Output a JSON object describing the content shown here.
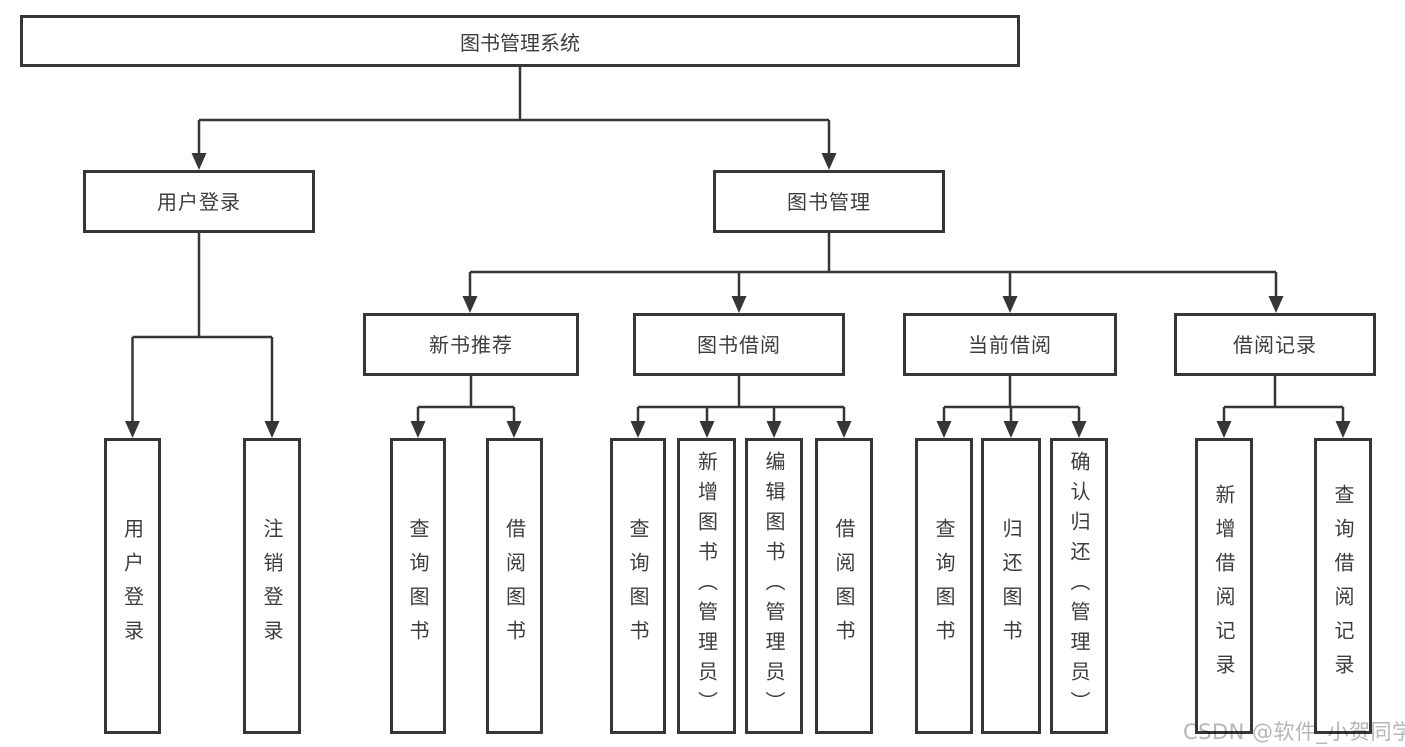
{
  "diagram": {
    "root": {
      "label": "图书管理系统"
    },
    "level2": [
      {
        "label": "用户登录"
      },
      {
        "label": "图书管理"
      }
    ],
    "level3": [
      {
        "label": "新书推荐",
        "parent": "图书管理"
      },
      {
        "label": "图书借阅",
        "parent": "图书管理"
      },
      {
        "label": "当前借阅",
        "parent": "图书管理"
      },
      {
        "label": "借阅记录",
        "parent": "图书管理"
      }
    ],
    "leaves": [
      {
        "label": "用户登录",
        "parent": "用户登录"
      },
      {
        "label": "注销登录",
        "parent": "用户登录"
      },
      {
        "label": "查询图书",
        "parent": "新书推荐"
      },
      {
        "label": "借阅图书",
        "parent": "新书推荐"
      },
      {
        "label": "查询图书",
        "parent": "图书借阅"
      },
      {
        "label": "新增图书（管理员）",
        "parent": "图书借阅"
      },
      {
        "label": "编辑图书（管理员）",
        "parent": "图书借阅"
      },
      {
        "label": "借阅图书",
        "parent": "图书借阅"
      },
      {
        "label": "查询图书",
        "parent": "当前借阅"
      },
      {
        "label": "归还图书",
        "parent": "当前借阅"
      },
      {
        "label": "确认归还（管理员）",
        "parent": "当前借阅"
      },
      {
        "label": "新增借阅记录",
        "parent": "借阅记录"
      },
      {
        "label": "查询借阅记录",
        "parent": "借阅记录"
      }
    ]
  },
  "watermark": "CSDN @软件_小贺同学",
  "colors": {
    "line": "#363636",
    "text": "#3d3d3d",
    "background": "#ffffff",
    "watermark": "#b6b6b6"
  }
}
